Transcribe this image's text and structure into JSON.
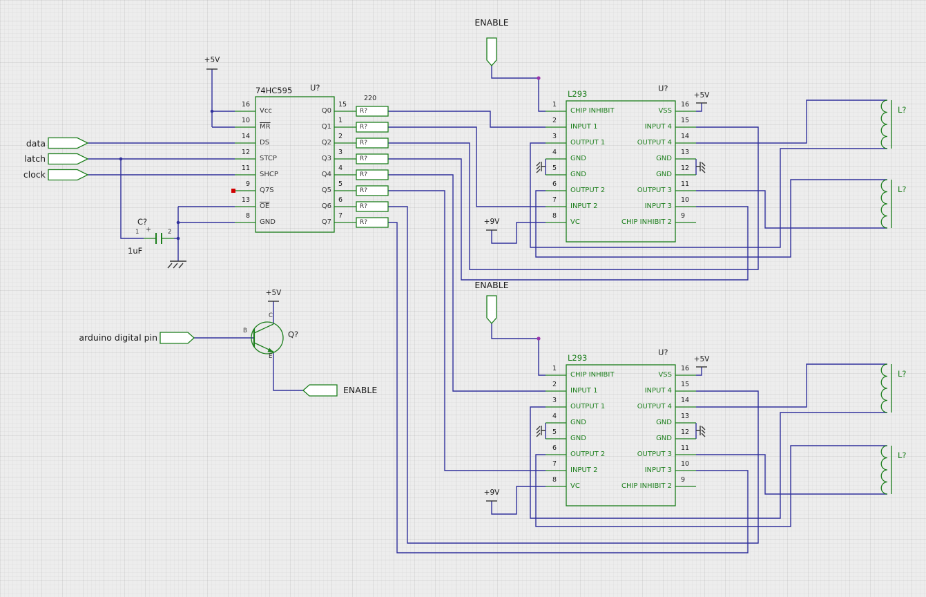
{
  "colors": {
    "wire": "#30309c",
    "component": "#1b7e1b",
    "text": "#1a1a1a",
    "background": "#ededed",
    "unconnected_pin": "#d00000",
    "junction": "#9933aa"
  },
  "labels": {
    "enable_top": "ENABLE",
    "enable_mid": "ENABLE",
    "enable_out": "ENABLE",
    "data": "data",
    "latch": "latch",
    "clock": "clock",
    "arduino_pin": "arduino digital pin",
    "plus5v": "+5V",
    "plus9v": "+9V",
    "resistor_value": "220",
    "cap_ref": "C?",
    "cap_value": "1uF",
    "cap_pin1": "1",
    "cap_pin2": "2",
    "cap_plus": "+",
    "transistor_ref": "Q?",
    "transistor_b": "B",
    "transistor_c": "C",
    "transistor_e": "E"
  },
  "shift_register": {
    "title": "74HC595",
    "refdes": "U?",
    "left_pins": [
      {
        "num": "16",
        "name": "Vcc"
      },
      {
        "num": "10",
        "name": "MR",
        "bar": true
      },
      {
        "num": "14",
        "name": "DS"
      },
      {
        "num": "12",
        "name": "STCP"
      },
      {
        "num": "11",
        "name": "SHCP"
      },
      {
        "num": "9",
        "name": "Q7S"
      },
      {
        "num": "13",
        "name": "OE",
        "bar": true
      },
      {
        "num": "8",
        "name": "GND"
      }
    ],
    "right_pins": [
      {
        "num": "15",
        "name": "Q0"
      },
      {
        "num": "1",
        "name": "Q1"
      },
      {
        "num": "2",
        "name": "Q2"
      },
      {
        "num": "3",
        "name": "Q3"
      },
      {
        "num": "4",
        "name": "Q4"
      },
      {
        "num": "5",
        "name": "Q5"
      },
      {
        "num": "6",
        "name": "Q6"
      },
      {
        "num": "7",
        "name": "Q7"
      }
    ]
  },
  "driver1": {
    "title": "L293",
    "refdes": "U?",
    "left_pins": [
      {
        "num": "1",
        "name": "CHIP INHIBIT"
      },
      {
        "num": "2",
        "name": "INPUT 1"
      },
      {
        "num": "3",
        "name": "OUTPUT 1"
      },
      {
        "num": "4",
        "name": "GND"
      },
      {
        "num": "5",
        "name": "GND"
      },
      {
        "num": "6",
        "name": "OUTPUT 2"
      },
      {
        "num": "7",
        "name": "INPUT 2"
      },
      {
        "num": "8",
        "name": "VC"
      }
    ],
    "right_pins": [
      {
        "num": "16",
        "name": "VSS"
      },
      {
        "num": "15",
        "name": "INPUT 4"
      },
      {
        "num": "14",
        "name": "OUTPUT 4"
      },
      {
        "num": "13",
        "name": "GND"
      },
      {
        "num": "12",
        "name": "GND"
      },
      {
        "num": "11",
        "name": "OUTPUT 3"
      },
      {
        "num": "10",
        "name": "INPUT 3"
      },
      {
        "num": "9",
        "name": "CHIP INHIBIT 2"
      }
    ]
  },
  "driver2": {
    "title": "L293",
    "refdes": "U?",
    "left_pins": [
      {
        "num": "1",
        "name": "CHIP INHIBIT"
      },
      {
        "num": "2",
        "name": "INPUT 1"
      },
      {
        "num": "3",
        "name": "OUTPUT 1"
      },
      {
        "num": "4",
        "name": "GND"
      },
      {
        "num": "5",
        "name": "GND"
      },
      {
        "num": "6",
        "name": "OUTPUT 2"
      },
      {
        "num": "7",
        "name": "INPUT 2"
      },
      {
        "num": "8",
        "name": "VC"
      }
    ],
    "right_pins": [
      {
        "num": "16",
        "name": "VSS"
      },
      {
        "num": "15",
        "name": "INPUT 4"
      },
      {
        "num": "14",
        "name": "OUTPUT 4"
      },
      {
        "num": "13",
        "name": "GND"
      },
      {
        "num": "12",
        "name": "GND"
      },
      {
        "num": "11",
        "name": "OUTPUT 3"
      },
      {
        "num": "10",
        "name": "INPUT 3"
      },
      {
        "num": "9",
        "name": "CHIP INHIBIT 2"
      }
    ]
  },
  "resistors": [
    "R?",
    "R?",
    "R?",
    "R?",
    "R?",
    "R?",
    "R?",
    "R?"
  ],
  "inductors": [
    "L?",
    "L?",
    "L?",
    "L?"
  ]
}
